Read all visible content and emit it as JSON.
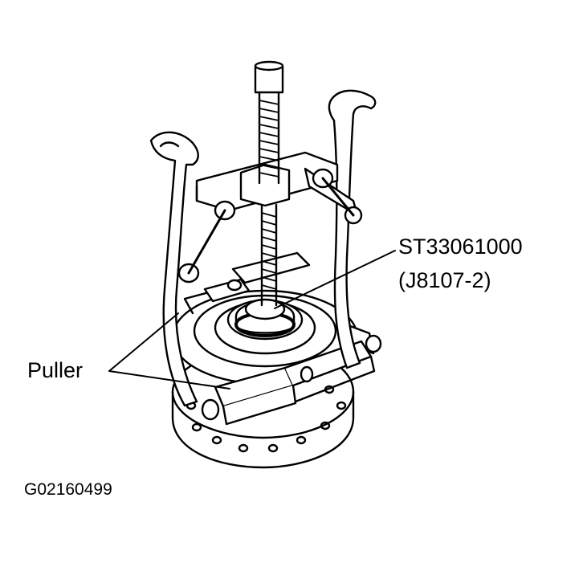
{
  "callouts": {
    "tool_number": "ST33061000",
    "tool_alt_number": "(J8107-2)",
    "puller": "Puller"
  },
  "figure_code": "G02160499",
  "colors": {
    "ink": "#000000",
    "background": "#ffffff"
  }
}
